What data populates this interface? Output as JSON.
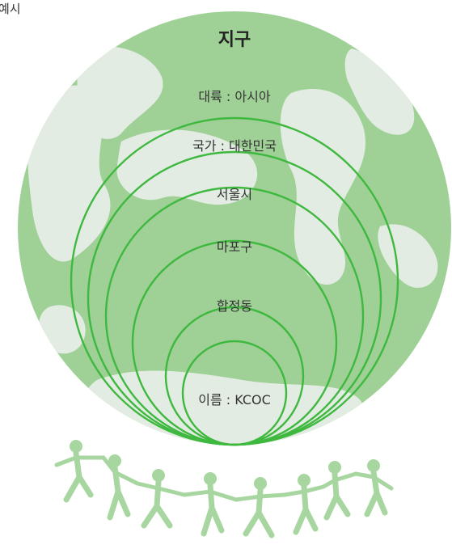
{
  "corner_label": "예시",
  "diagram": {
    "colors": {
      "globe_water": "#8ed08a",
      "globe_land": "#e4ede3",
      "ring_stroke": "#3fb83f",
      "people": "#a8d6a0"
    },
    "levels": [
      {
        "label": "지구"
      },
      {
        "label": "대륙 : 아시아"
      },
      {
        "label": "국가 : 대한민국"
      },
      {
        "label": "서울시"
      },
      {
        "label": "마포구"
      },
      {
        "label": "합정동"
      },
      {
        "label": "이름 : KCOC"
      }
    ]
  }
}
